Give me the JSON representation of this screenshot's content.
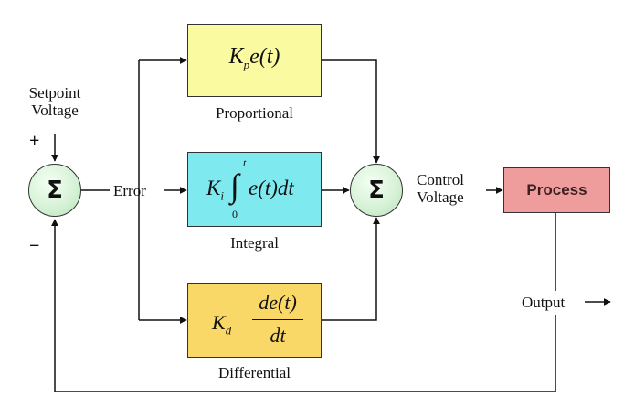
{
  "inputs": {
    "setpoint_line1": "Setpoint",
    "setpoint_line2": "Voltage",
    "plus_sign": "+",
    "minus_sign": "−"
  },
  "summing_junctions": {
    "symbol": "Σ"
  },
  "signals": {
    "error": "Error",
    "control_line1": "Control",
    "control_line2": "Voltage",
    "output": "Output"
  },
  "blocks": {
    "proportional": {
      "label": "Proportional",
      "gain": "K",
      "gain_sub": "p",
      "expr": "e(t)",
      "color": "#fafaa0"
    },
    "integral": {
      "label": "Integral",
      "gain": "K",
      "gain_sub": "i",
      "upper_limit": "t",
      "lower_limit": "0",
      "expr": "e(t)dt",
      "color": "#7fe9f0"
    },
    "differential": {
      "label": "Differential",
      "gain": "K",
      "gain_sub": "d",
      "numerator": "de(t)",
      "denominator": "dt",
      "color": "#f9d867"
    },
    "process": {
      "label": "Process",
      "color": "#ef9c9c"
    }
  }
}
